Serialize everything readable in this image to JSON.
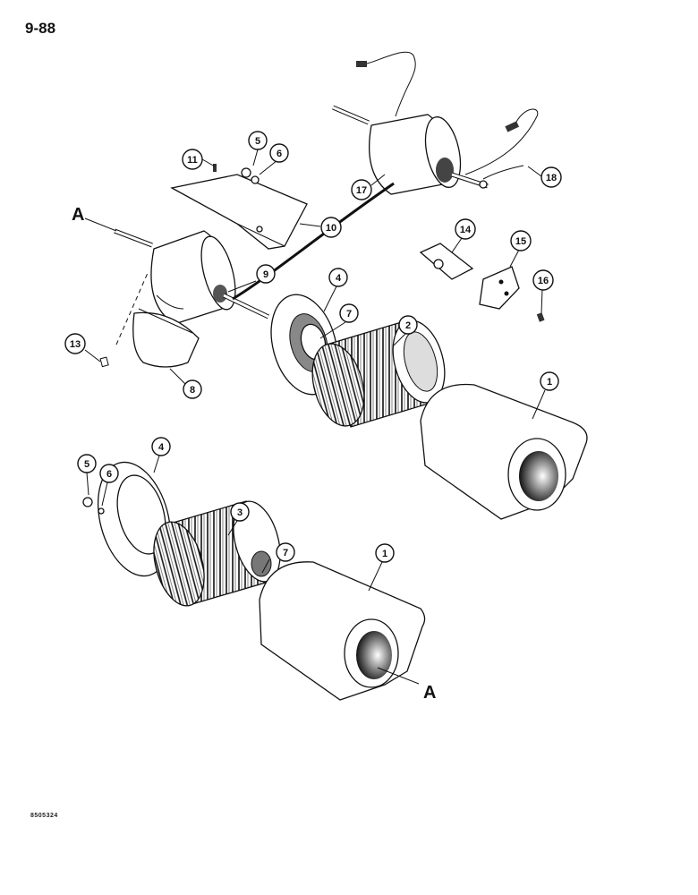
{
  "page": {
    "number": "9-88",
    "figure_code": "8505324"
  },
  "reference_marks": {
    "a_top": "A",
    "a_bottom": "A"
  },
  "callouts": {
    "c1_upper": "1",
    "c1_lower": "1",
    "c2": "2",
    "c3": "3",
    "c4_upper": "4",
    "c4_lower": "4",
    "c5_upper": "5",
    "c5_lower": "5",
    "c6_upper": "6",
    "c6_lower": "6",
    "c7_upper": "7",
    "c7_lower": "7",
    "c8": "8",
    "c9": "9",
    "c10": "10",
    "c11": "11",
    "c13": "13",
    "c14": "14",
    "c15": "15",
    "c16": "16",
    "c17": "17",
    "c18": "18"
  }
}
